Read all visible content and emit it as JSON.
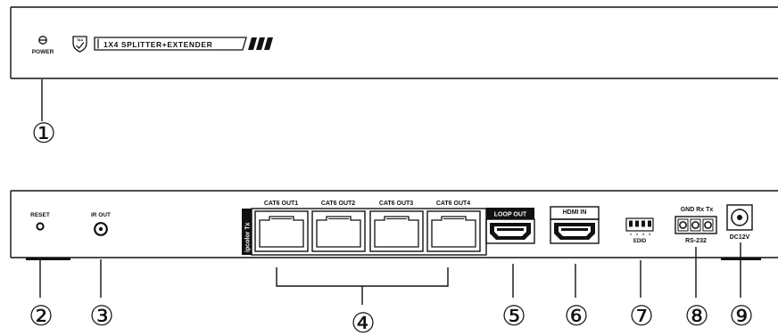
{
  "front": {
    "power_label": "POWER",
    "badge_text": "TAA",
    "title": "1X4 SPLITTER+EXTENDER"
  },
  "rear": {
    "reset_label": "RESET",
    "ir_out_label": "IR OUT",
    "brand_tab": "ipcolor Tx",
    "cat6_ports": [
      "CAT6 OUT1",
      "CAT6 OUT2",
      "CAT6 OUT3",
      "CAT6 OUT4"
    ],
    "loop_out_label": "LOOP OUT",
    "hdmi_in_label": "HDMI IN",
    "edid_label": "EDID",
    "edid_pins": [
      "1",
      "2",
      "3",
      "4"
    ],
    "rs232_pins_label": "GND Rx Tx",
    "rs232_label": "RS-232",
    "dc_label": "DC12V"
  },
  "callouts": [
    "①",
    "②",
    "③",
    "④",
    "⑤",
    "⑥",
    "⑦",
    "⑧",
    "⑨"
  ]
}
